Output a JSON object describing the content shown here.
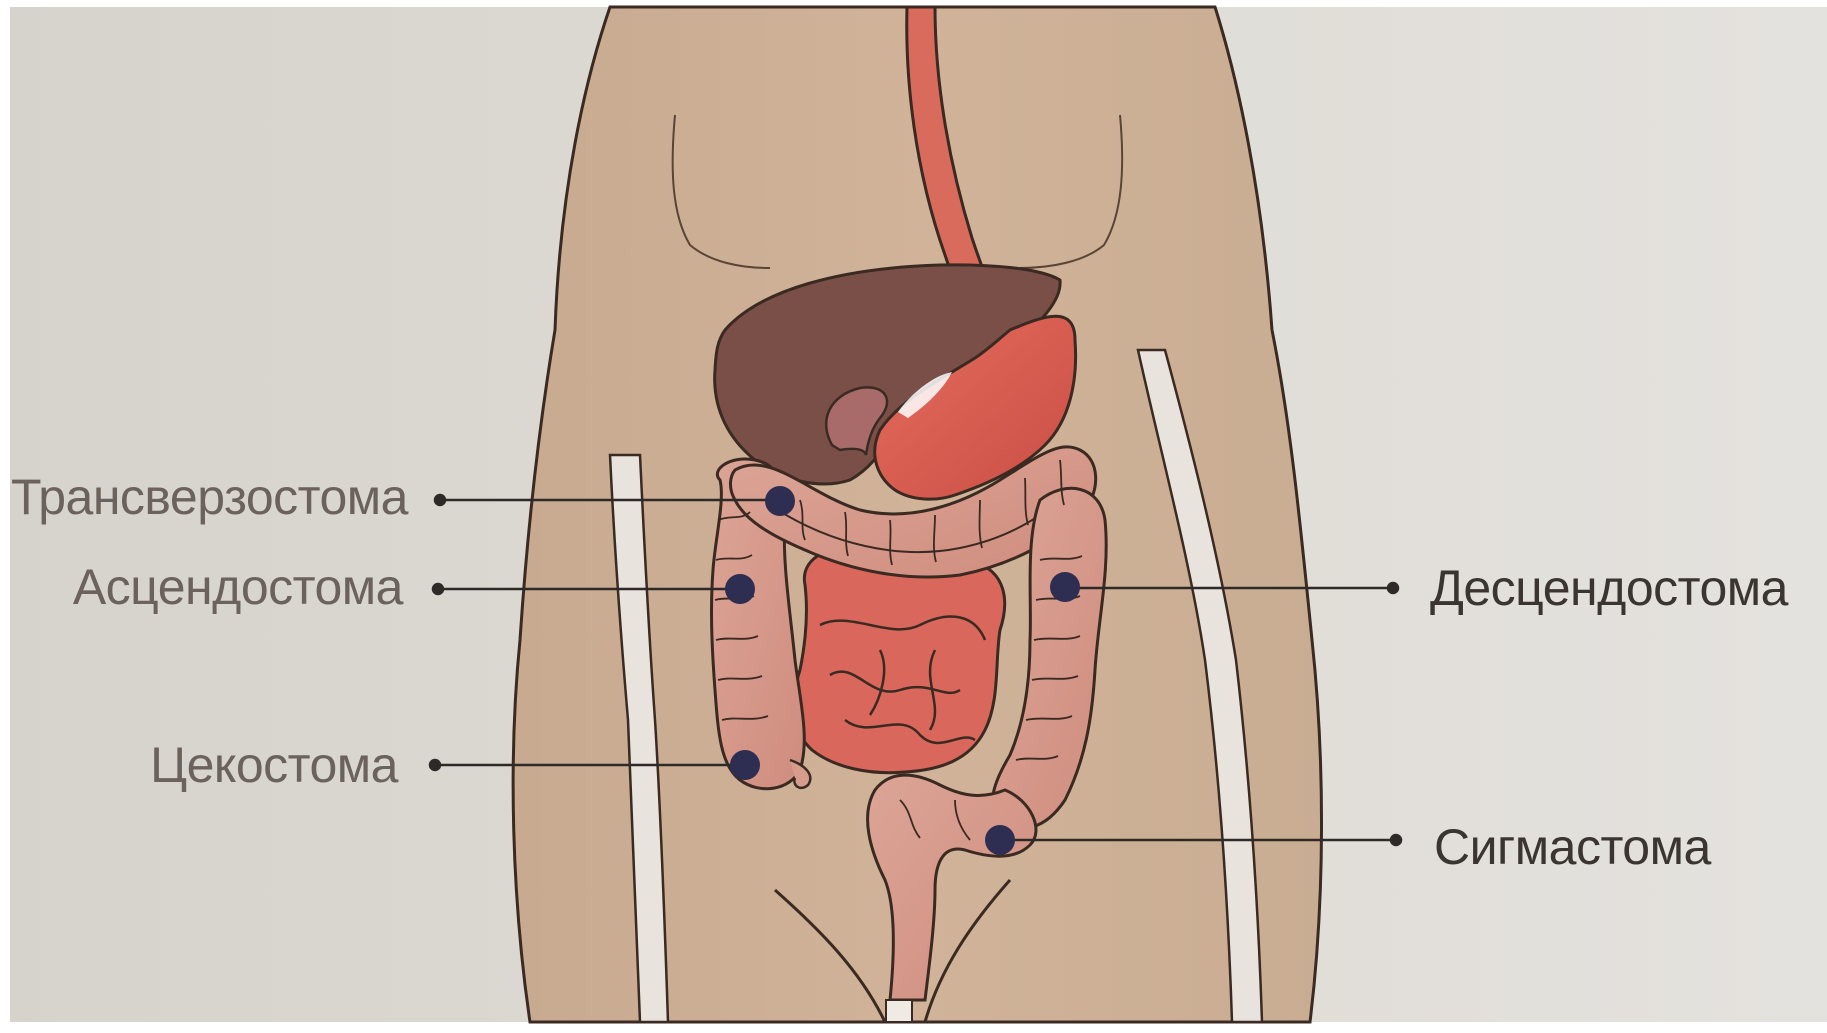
{
  "labels": {
    "transverse": "Трансверзостома",
    "ascending": "Асцендостома",
    "cecum": "Цекостома",
    "descending": "Десцендостома",
    "sigmoid": "Сигмастома"
  },
  "colors": {
    "background_left": "#d9d6cf",
    "background_right": "#e2e0dc",
    "skin": "#cdb096",
    "outline": "#3a2a22",
    "esophagus": "#d96b5c",
    "liver": "#7a4f48",
    "stomach": "#dd5f52",
    "small_intestine": "#d9675c",
    "colon": "#d69c8c",
    "stoma_marker": "#2e2e52",
    "leader_line": "#2d2a28"
  }
}
